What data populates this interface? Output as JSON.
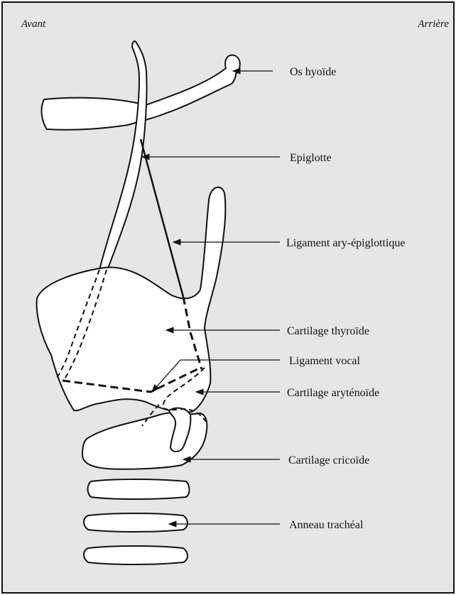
{
  "orientation": {
    "front": "Avant",
    "back": "Arrière"
  },
  "labels": [
    {
      "id": "os-hyoide",
      "text": "Os hyoïde"
    },
    {
      "id": "epiglotte",
      "text": "Epiglotte"
    },
    {
      "id": "ligament-ary-epiglottique",
      "text": "Ligament ary-épiglottique"
    },
    {
      "id": "cartilage-thyroide",
      "text": "Cartilage thyroïde"
    },
    {
      "id": "ligament-vocal",
      "text": "Ligament vocal"
    },
    {
      "id": "cartilage-arytenoide",
      "text": "Cartilage aryténoïde"
    },
    {
      "id": "cartilage-cricoide",
      "text": "Cartilage cricoïde"
    },
    {
      "id": "anneau-tracheal",
      "text": "Anneau trachéal"
    }
  ]
}
